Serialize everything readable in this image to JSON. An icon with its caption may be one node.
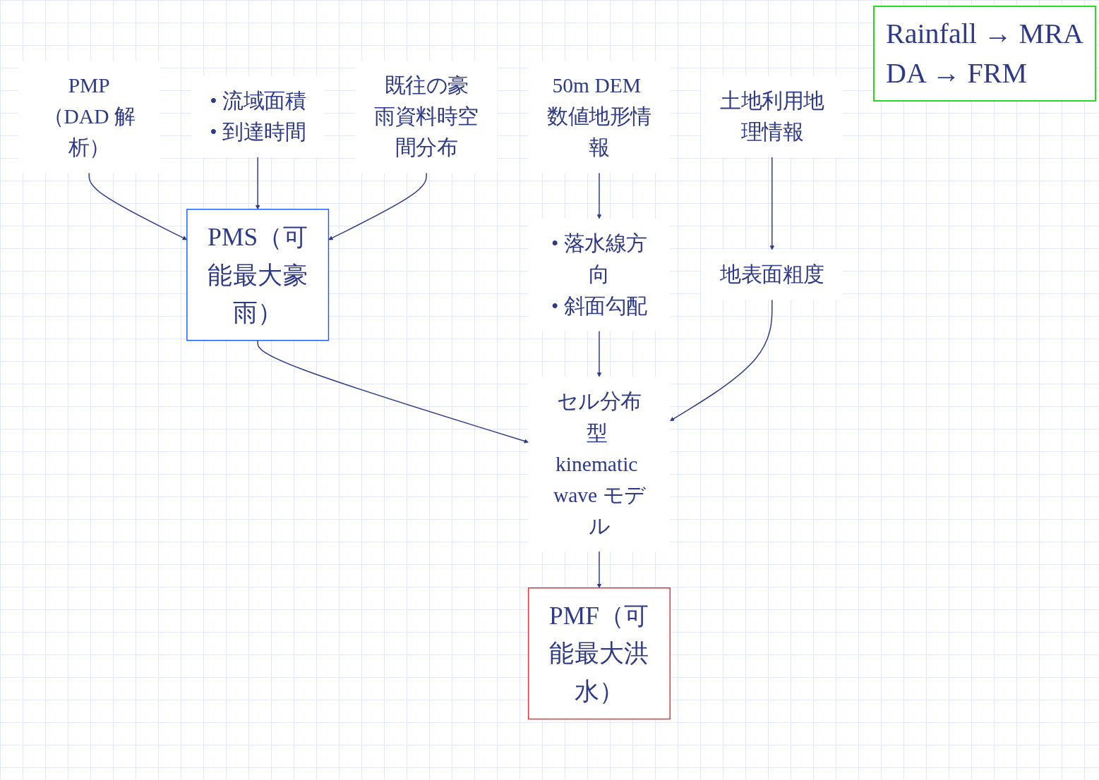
{
  "diagram": {
    "nodes": [
      {
        "text": [
          "PMP（DAD 解析）"
        ]
      },
      {
        "text": [
          "• 流域面積",
          "• 到達時間"
        ]
      },
      {
        "text": [
          "既往の豪雨資料時空間分布"
        ]
      },
      {
        "text": [
          "PMS（可能最大豪雨）"
        ]
      },
      {
        "text": [
          "50m DEM 数値地形情報"
        ]
      },
      {
        "text": [
          "土地利用地理情報"
        ]
      },
      {
        "text": [
          "• 落水線方向",
          "• 斜面勾配"
        ]
      },
      {
        "text": [
          "セル分布型 kinematic wave モデル"
        ]
      },
      {
        "text": [
          "地表面粗度"
        ]
      },
      {
        "text": [
          "PMF（可能最大洪水）"
        ]
      }
    ],
    "edges": [
      {
        "from": 0,
        "to": 3,
        "arrow": "to"
      },
      {
        "from": 1,
        "to": 3,
        "arrow": "to"
      },
      {
        "from": 2,
        "to": 3,
        "arrow": "to"
      },
      {
        "from": 3,
        "to": 7,
        "arrow": "to"
      },
      {
        "from": 4,
        "to": 6,
        "arrow": "to"
      },
      {
        "from": 5,
        "to": 8,
        "arrow": "to"
      },
      {
        "from": 6,
        "to": 7,
        "arrow": "to"
      },
      {
        "from": 8,
        "to": 7,
        "arrow": "to"
      },
      {
        "from": 7,
        "to": 9,
        "arrow": "to"
      }
    ],
    "labels": [
      "Rainfall → MRA",
      "DA → FRM"
    ]
  }
}
